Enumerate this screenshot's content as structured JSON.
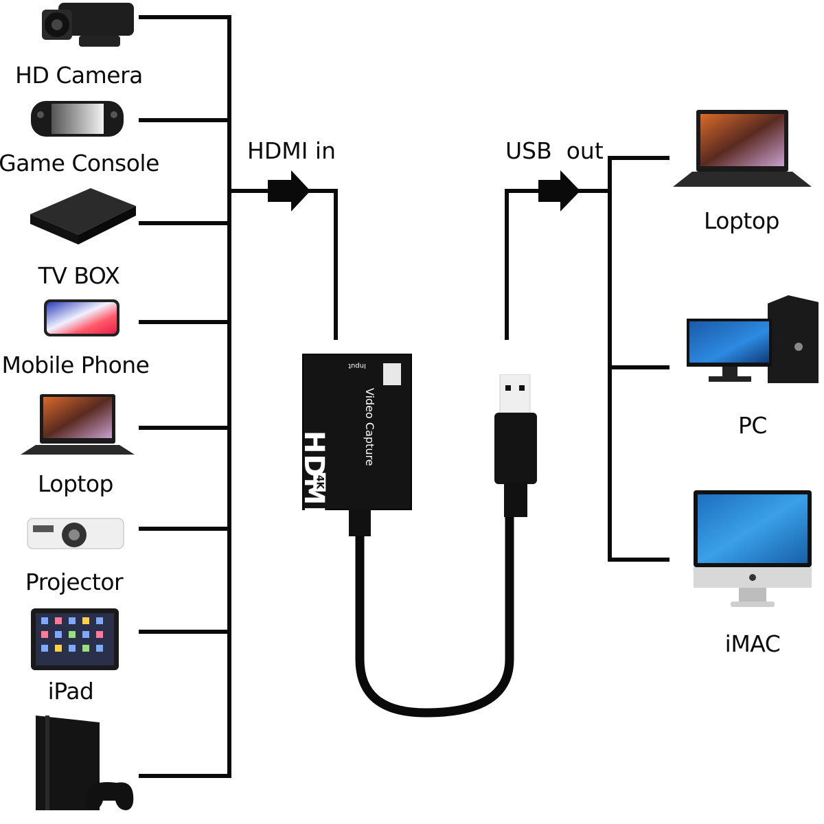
{
  "diagram": {
    "type": "connection-diagram",
    "center_device": {
      "name": "HDMI Video Capture",
      "brand_text": "HDMI",
      "subtitle": "Video Capture",
      "port_label": "Input",
      "badge": "4K"
    },
    "input_label": "HDMI in",
    "output_label": "USB  out",
    "inputs": [
      {
        "label": "HD Camera",
        "icon": "hd-camera-icon"
      },
      {
        "label": "Game Console",
        "icon": "handheld-console-icon"
      },
      {
        "label": "TV BOX",
        "icon": "tv-box-icon"
      },
      {
        "label": "Mobile Phone",
        "icon": "mobile-phone-icon"
      },
      {
        "label": "Loptop",
        "icon": "laptop-icon"
      },
      {
        "label": "Projector",
        "icon": "projector-icon"
      },
      {
        "label": "iPad",
        "icon": "tablet-icon"
      },
      {
        "label": "",
        "icon": "game-console-controller-icon"
      }
    ],
    "outputs": [
      {
        "label": "Loptop",
        "icon": "laptop-icon"
      },
      {
        "label": "PC",
        "icon": "desktop-pc-icon"
      },
      {
        "label": "iMAC",
        "icon": "imac-icon"
      }
    ],
    "colors": {
      "line": "#0a0a0a",
      "device_body": "#141414",
      "screen_blue": "#1f78c8",
      "background": "#ffffff"
    }
  }
}
